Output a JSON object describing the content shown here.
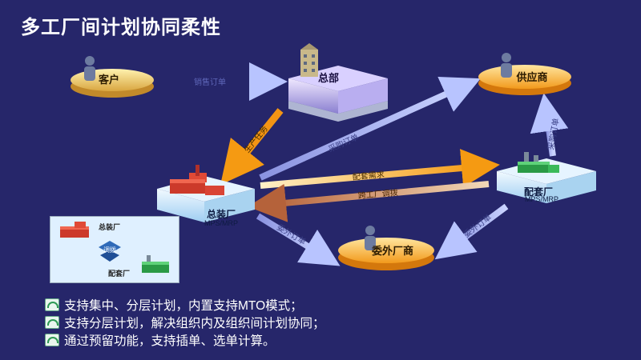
{
  "title": "多工厂间计划协同柔性",
  "nodes": {
    "customer": "客户",
    "hq": "总部",
    "supplier": "供应商",
    "assembly": "总装厂",
    "assembly_sub": "MPS/MRP",
    "supporting": "配套厂",
    "supporting_sub": "MPS/MRP",
    "outsource": "委外厂商"
  },
  "edges": {
    "customer_hq": "销售订单",
    "hq_assembly": "生产任务",
    "assembly_supplier": "采购订单",
    "assembly_supporting": "配套需求",
    "supporting_assembly": "跨工厂调拨",
    "supporting_supplier": "采购订单",
    "assembly_outsource": "委外订单",
    "supporting_outsource": "委外订单"
  },
  "inset": {
    "assembly": "总装厂",
    "supporting": "配套厂",
    "arrow_label": "调拨"
  },
  "bullets": [
    "支持集中、分层计划，内置支持MTO模式；",
    "支持分层计划，解决组织内及组织间计划协同；",
    "通过预留功能，支持插单、选单计算。"
  ]
}
